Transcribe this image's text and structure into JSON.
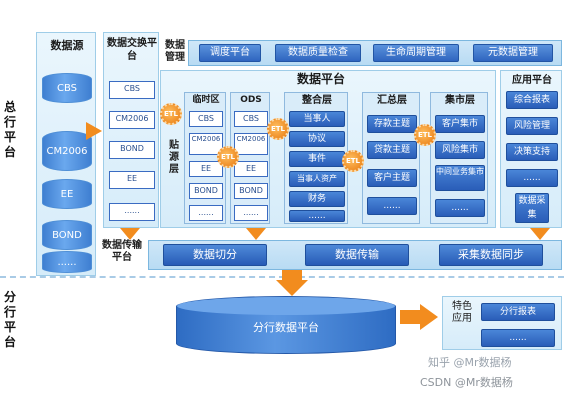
{
  "left_labels": {
    "head_office": "总行平台",
    "branch": "分行平台"
  },
  "data_source": {
    "title": "数据源",
    "items": [
      "CBS",
      "CM2006",
      "EE",
      "BOND",
      "......"
    ]
  },
  "exchange": {
    "title": "数据交换平台",
    "items": [
      "CBS",
      "CM2006",
      "BOND",
      "EE",
      "......"
    ]
  },
  "data_mgmt": {
    "label": "数据管理",
    "items": [
      "调度平台",
      "数据质量检查",
      "生命周期管理",
      "元数据管理"
    ]
  },
  "data_platform": {
    "title": "数据平台",
    "etl": "ETL",
    "source_layer_label": "贴源层",
    "temp_zone": {
      "title": "临时区",
      "items": [
        "CBS",
        "CM2006",
        "EE",
        "BOND",
        "......"
      ]
    },
    "ods": {
      "title": "ODS",
      "items": [
        "CBS",
        "CM2006",
        "EE",
        "BOND",
        "......"
      ]
    },
    "integration": {
      "title": "整合层",
      "items": [
        "当事人",
        "协议",
        "事件",
        "当事人资产",
        "财务",
        "......"
      ]
    },
    "summary": {
      "title": "汇总层",
      "items": [
        "存款主题",
        "贷款主题",
        "客户主题",
        "......"
      ]
    },
    "mart": {
      "title": "集市层",
      "items": [
        "客户集市",
        "风险集市",
        "中间业务集市",
        "......"
      ]
    }
  },
  "app_platform": {
    "title": "应用平台",
    "items": [
      "综合报表",
      "风险管理",
      "决策支持",
      "......",
      "数据采集"
    ]
  },
  "transfer": {
    "label": "数据传输平台",
    "items": [
      "数据切分",
      "数据传输",
      "采集数据同步"
    ]
  },
  "branch_platform": {
    "title": "分行数据平台"
  },
  "special_apps": {
    "label": "特色应用",
    "items": [
      "分行报表",
      "......"
    ]
  },
  "watermark": {
    "line1": "知乎 @Mr数据杨",
    "line2": "CSDN @Mr数据杨"
  },
  "colors": {
    "arrow": "#f28c1e",
    "button": "#2f65bf",
    "panel": "#d6ecf9",
    "etl": "#e87a10"
  }
}
